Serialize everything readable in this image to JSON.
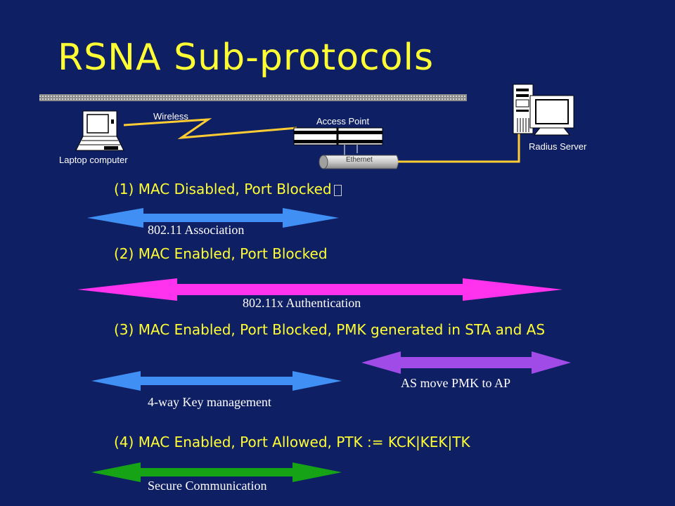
{
  "title": "RSNA Sub-protocols",
  "network": {
    "laptop_label": "Laptop computer",
    "wireless_label": "Wireless",
    "access_point_label": "Access Point",
    "ethernet_label": "Ethernet",
    "radius_label": "Radius Server"
  },
  "steps": [
    {
      "text": "(1) MAC Disabled, Port Blocked"
    },
    {
      "text": "(2) MAC Enabled, Port Blocked"
    },
    {
      "text": "(3) MAC Enabled, Port Blocked, PMK generated in STA and AS"
    },
    {
      "text": "(4) MAC Enabled, Port Allowed, PTK := KCK|KEK|TK"
    }
  ],
  "arrows": [
    {
      "label": "802.11 Association",
      "color": "#3f8ff5"
    },
    {
      "label": "802.11x Authentication",
      "color": "#ff33ee"
    },
    {
      "label": "AS move PMK to AP",
      "color": "#a04ae8"
    },
    {
      "label": "4-way Key management",
      "color": "#3f8ff5"
    },
    {
      "label": "Secure Communication",
      "color": "#16a316"
    }
  ],
  "colors": {
    "background": "#0f1f63",
    "title": "#ffff33",
    "step_text": "#ffff33",
    "label_text": "#ffffff",
    "link_line": "#ffcc33"
  }
}
